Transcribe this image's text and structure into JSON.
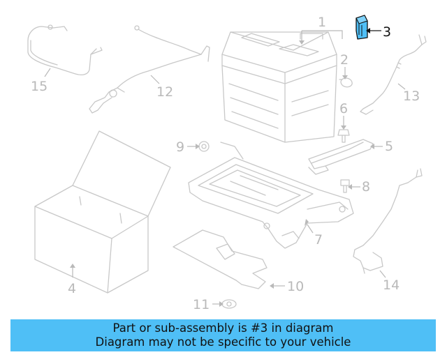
{
  "diagram": {
    "callouts": [
      {
        "id": "1",
        "label": "1"
      },
      {
        "id": "2",
        "label": "2"
      },
      {
        "id": "3",
        "label": "3",
        "highlighted": true
      },
      {
        "id": "4",
        "label": "4"
      },
      {
        "id": "5",
        "label": "5"
      },
      {
        "id": "6",
        "label": "6"
      },
      {
        "id": "7",
        "label": "7"
      },
      {
        "id": "8",
        "label": "8"
      },
      {
        "id": "9",
        "label": "9"
      },
      {
        "id": "10",
        "label": "10"
      },
      {
        "id": "11",
        "label": "11"
      },
      {
        "id": "12",
        "label": "12"
      },
      {
        "id": "13",
        "label": "13"
      },
      {
        "id": "14",
        "label": "14"
      },
      {
        "id": "15",
        "label": "15"
      }
    ],
    "colors": {
      "linework": "#c8c8c8",
      "highlight_part": "#4fbff6",
      "highlight_label": "#111111"
    }
  },
  "banner": {
    "line1": "Part or sub-assembly is #3 in diagram",
    "line2": "Diagram may not be specific to your vehicle",
    "background": "#4fbff6"
  }
}
